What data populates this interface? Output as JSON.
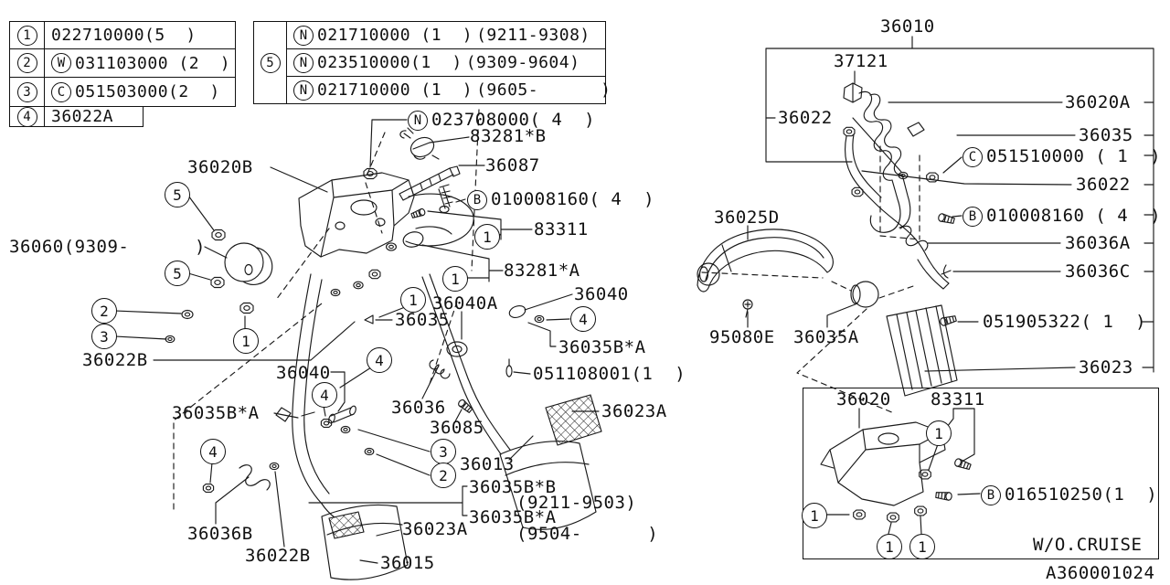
{
  "page": {
    "ink": "#111111",
    "bg": "#ffffff",
    "footer_code": "A360001024",
    "variant_note": "W/O.CRUISE"
  },
  "table1": {
    "rows": [
      {
        "n": "1",
        "code": "022710000(5  )"
      },
      {
        "n": "2",
        "prefix": "W",
        "code": "031103000 (2  )"
      },
      {
        "n": "3",
        "prefix": "C",
        "code": "051503000(2  )"
      },
      {
        "n": "4",
        "code": "36022A"
      }
    ]
  },
  "table2": {
    "n": "5",
    "rows": [
      {
        "prefix": "N",
        "code": "021710000 (1  )",
        "date": "(9211-9308)"
      },
      {
        "prefix": "N",
        "code": "023510000(1  )",
        "date": "(9309-9604)"
      },
      {
        "prefix": "N",
        "code": "021710000 (1  )",
        "date": "(9605-      )"
      }
    ]
  },
  "labels": {
    "l36020B": "36020B",
    "l36060": "36060(9309-      )",
    "l36022B_left": "36022B",
    "n023708000": {
      "prefix": "N",
      "code": "023708000( 4  )"
    },
    "l83281B": "83281*B",
    "l36087": "36087",
    "b010008160": {
      "prefix": "B",
      "code": "010008160( 4  )"
    },
    "l83311": "83311",
    "l83281A": "83281*A",
    "l36040A": "36040A",
    "l36035_center": "36035",
    "l36040_right": "36040",
    "l36035BA_right": "36035B*A",
    "l051108001": "051108001(1  )",
    "l36040_left": "36040",
    "l36036": "36036",
    "l36085": "36085",
    "l36013": "36013",
    "l36035BB": "36035B*B",
    "d9211": "(9211-9503)",
    "l36035BA_bottom": "36035B*A",
    "d9504": "(9504-      )",
    "l36023A_bottom": "36023A",
    "l36015": "36015",
    "l36036B": "36036B",
    "l36022B_bottom": "36022B",
    "l36035BA_left": "36035B*A",
    "l36023A_right": "36023A",
    "l36010": "36010",
    "l37121": "37121",
    "l36022_box": "36022",
    "l36020A": "36020A",
    "l36035_right": "36035",
    "c051510000": {
      "prefix": "C",
      "code": "051510000 ( 1  )"
    },
    "l36022_right": "36022",
    "b010008160_r": {
      "prefix": "B",
      "code": "010008160 ( 4  )"
    },
    "l36036A": "36036A",
    "l36036C": "36036C",
    "l36025D": "36025D",
    "l95080E": "95080E",
    "l36035A": "36035A",
    "l051905322": "051905322( 1  )",
    "l36023": "36023",
    "l36020": "36020",
    "l83311_box": "83311",
    "b016510250": {
      "prefix": "B",
      "code": "016510250(1  )"
    }
  },
  "callouts": [
    "5",
    "5",
    "2",
    "3",
    "1",
    "1",
    "1",
    "1",
    "4",
    "4",
    "4",
    "4",
    "3",
    "2",
    "1",
    "1",
    "1",
    "1"
  ]
}
